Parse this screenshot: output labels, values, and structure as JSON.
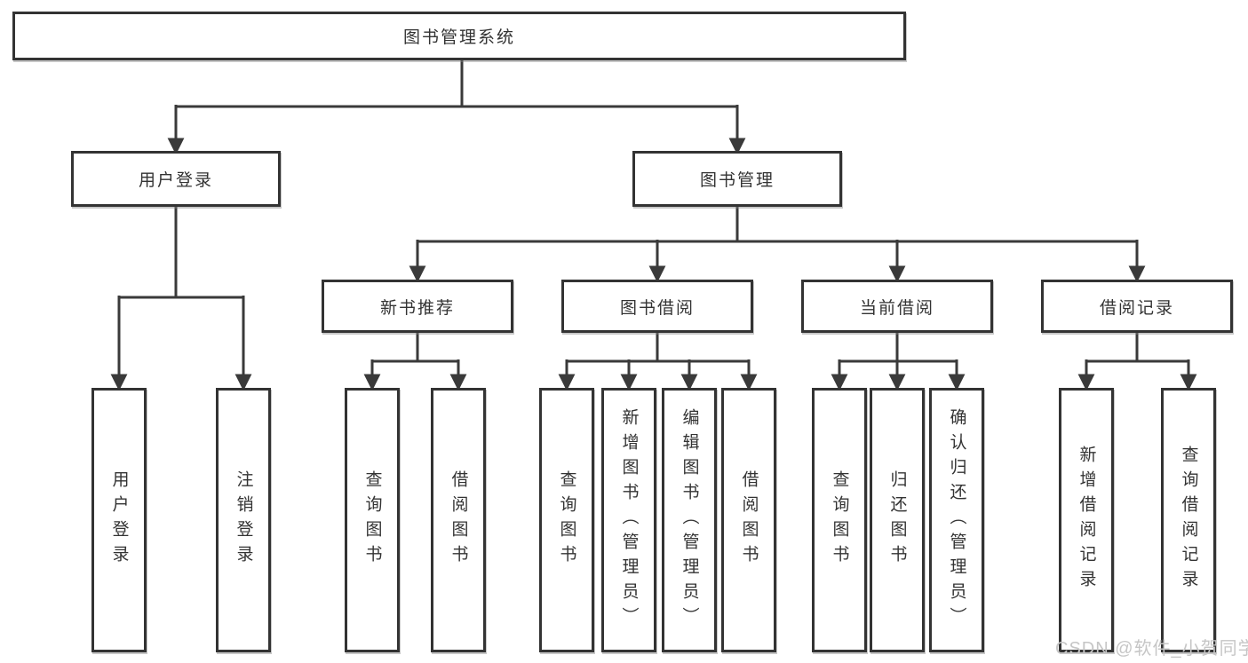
{
  "tree": {
    "label": "图书管理系统",
    "children": [
      {
        "label": "用户登录",
        "children": [
          {
            "label": "用户登录"
          },
          {
            "label": "注销登录"
          }
        ]
      },
      {
        "label": "图书管理",
        "children": [
          {
            "label": "新书推荐",
            "children": [
              {
                "label": "查询图书"
              },
              {
                "label": "借阅图书"
              }
            ]
          },
          {
            "label": "图书借阅",
            "children": [
              {
                "label": "查询图书"
              },
              {
                "label": "新增图书（管理员）"
              },
              {
                "label": "编辑图书（管理员）"
              },
              {
                "label": "借阅图书"
              }
            ]
          },
          {
            "label": "当前借阅",
            "children": [
              {
                "label": "查询图书"
              },
              {
                "label": "归还图书"
              },
              {
                "label": "确认归还（管理员）"
              }
            ]
          },
          {
            "label": "借阅记录",
            "children": [
              {
                "label": "新增借阅记录"
              },
              {
                "label": "查询借阅记录"
              }
            ]
          }
        ]
      }
    ]
  },
  "watermark": "CSDN @软件_小贺同学",
  "colors": {
    "line": "#3a3a3a",
    "box_border": "#333333",
    "text": "#333333",
    "watermark": "#c6c6c6",
    "background": "#ffffff"
  }
}
